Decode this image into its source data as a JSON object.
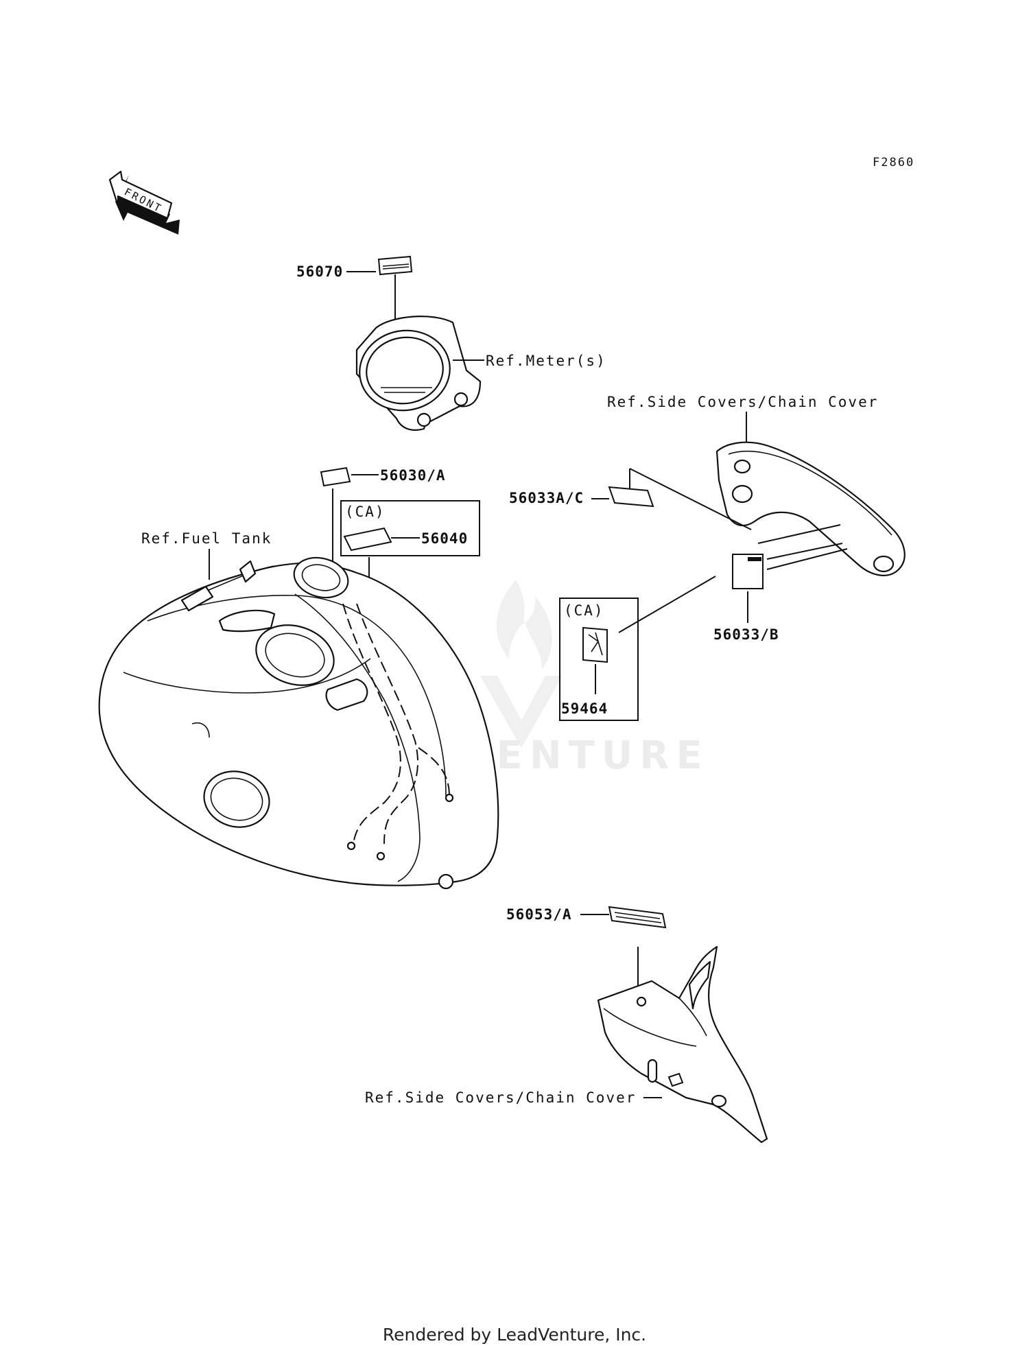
{
  "diagram_code": "F2860",
  "front_arrow": {
    "label": "FRONT"
  },
  "callouts": {
    "p56070": "56070",
    "ref_meter": "Ref.Meter(s)",
    "ref_side_covers_top": "Ref.Side Covers/Chain Cover",
    "p56030a": "56030/A",
    "ca_box_1": "(CA)",
    "p56040": "56040",
    "ref_fuel_tank": "Ref.Fuel Tank",
    "p56033ac": "56033A/C",
    "ca_box_2": "(CA)",
    "p59464": "59464",
    "p56033b": "56033/B",
    "p56053a": "56053/A",
    "ref_side_covers_bottom": "Ref.Side Covers/Chain Cover"
  },
  "watermark": "LEADVENTURE",
  "footer": "Rendered by LeadVenture, Inc."
}
